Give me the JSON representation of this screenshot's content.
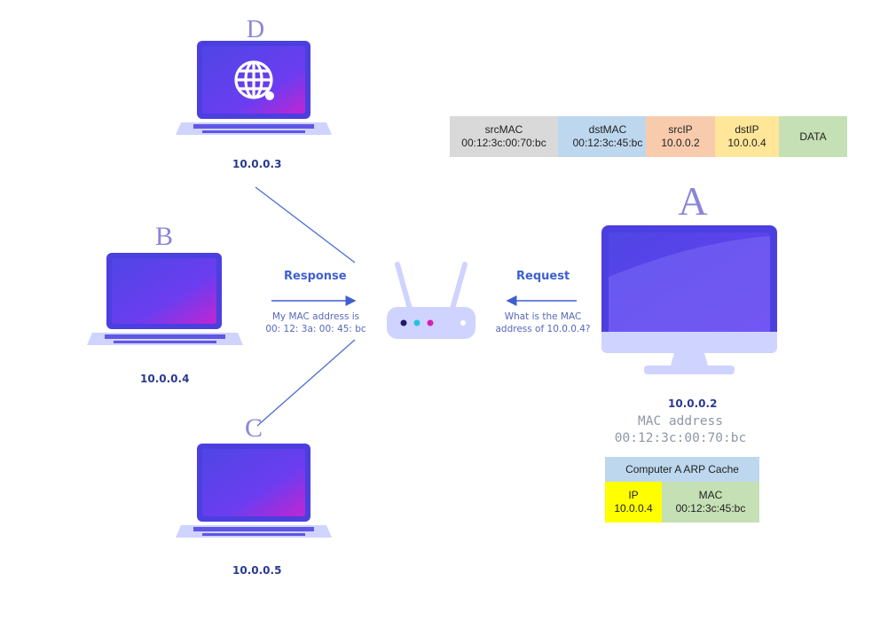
{
  "nodes": {
    "d": {
      "letter": "D",
      "ip": "10.0.0.3"
    },
    "b": {
      "letter": "B",
      "ip": "10.0.0.4"
    },
    "c": {
      "letter": "C",
      "ip": "10.0.0.5"
    },
    "a": {
      "letter": "A",
      "ip": "10.0.0.2",
      "mac_title": "MAC address",
      "mac_value": "00:12:3c:00:70:bc"
    }
  },
  "response": {
    "title": "Response",
    "line1": "My MAC address is",
    "line2": "00: 12: 3a: 00: 45: bc"
  },
  "request": {
    "title": "Request",
    "line1": "What is the MAC",
    "line2": "address of 10.0.0.4?"
  },
  "packet": {
    "fields": [
      {
        "name": "srcMAC",
        "value": "00:12:3c:00:70:bc",
        "color": "#d9d9d9"
      },
      {
        "name": "dstMAC",
        "value": "00:12:3c:45:bc",
        "color": "#bdd7ee"
      },
      {
        "name": "srcIP",
        "value": "10.0.0.2",
        "color": "#f8cbad"
      },
      {
        "name": "dstIP",
        "value": "10.0.0.4",
        "color": "#ffe699"
      },
      {
        "name": "DATA",
        "value": "",
        "color": "#c5e0b4"
      }
    ]
  },
  "arp_cache": {
    "title": "Computer A ARP Cache",
    "title_color": "#bdd7ee",
    "ip_header": "IP",
    "ip_value": "10.0.0.4",
    "ip_color": "#ffff00",
    "mac_header": "MAC",
    "mac_value": "00:12:3c:45:bc",
    "mac_color": "#c5e0b4"
  },
  "colors": {
    "device_body": "#cfd3ff",
    "screen": "#5b3bf0",
    "screen_accent": "#c026d3",
    "line": "#4a6fd0"
  }
}
